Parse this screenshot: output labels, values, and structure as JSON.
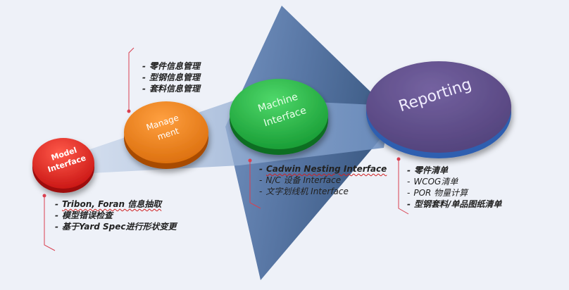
{
  "nodes": {
    "model": {
      "label_line1": "Model",
      "label_line2": "Interface",
      "color": "#e01818",
      "items": [
        "Tribon, Foran 信息抽取",
        "模型错误检查",
        "基于Yard Spec进行形状变更"
      ]
    },
    "management": {
      "label_line1": "Manage",
      "label_line2": "ment",
      "color": "#ee7a12",
      "items": [
        "零件信息管理",
        "型钢信息管理",
        "套料信息管理"
      ]
    },
    "machine": {
      "label_line1": "Machine",
      "label_line2": "Interface",
      "color": "#1fb445",
      "items": [
        "Cadwin  Nesting Interface",
        "N/C 设备 Interface",
        "文字划线机 Interface"
      ]
    },
    "reporting": {
      "label": "Reporting",
      "color": "#5b4a86",
      "items": [
        "零件清单",
        "WCOG清单",
        "POR 物量计算",
        "型钢套料/单品图纸清单"
      ]
    }
  },
  "colors": {
    "arrow": "#4a6a9a",
    "leader_line": "#d94050",
    "background": "#eef1f8"
  }
}
